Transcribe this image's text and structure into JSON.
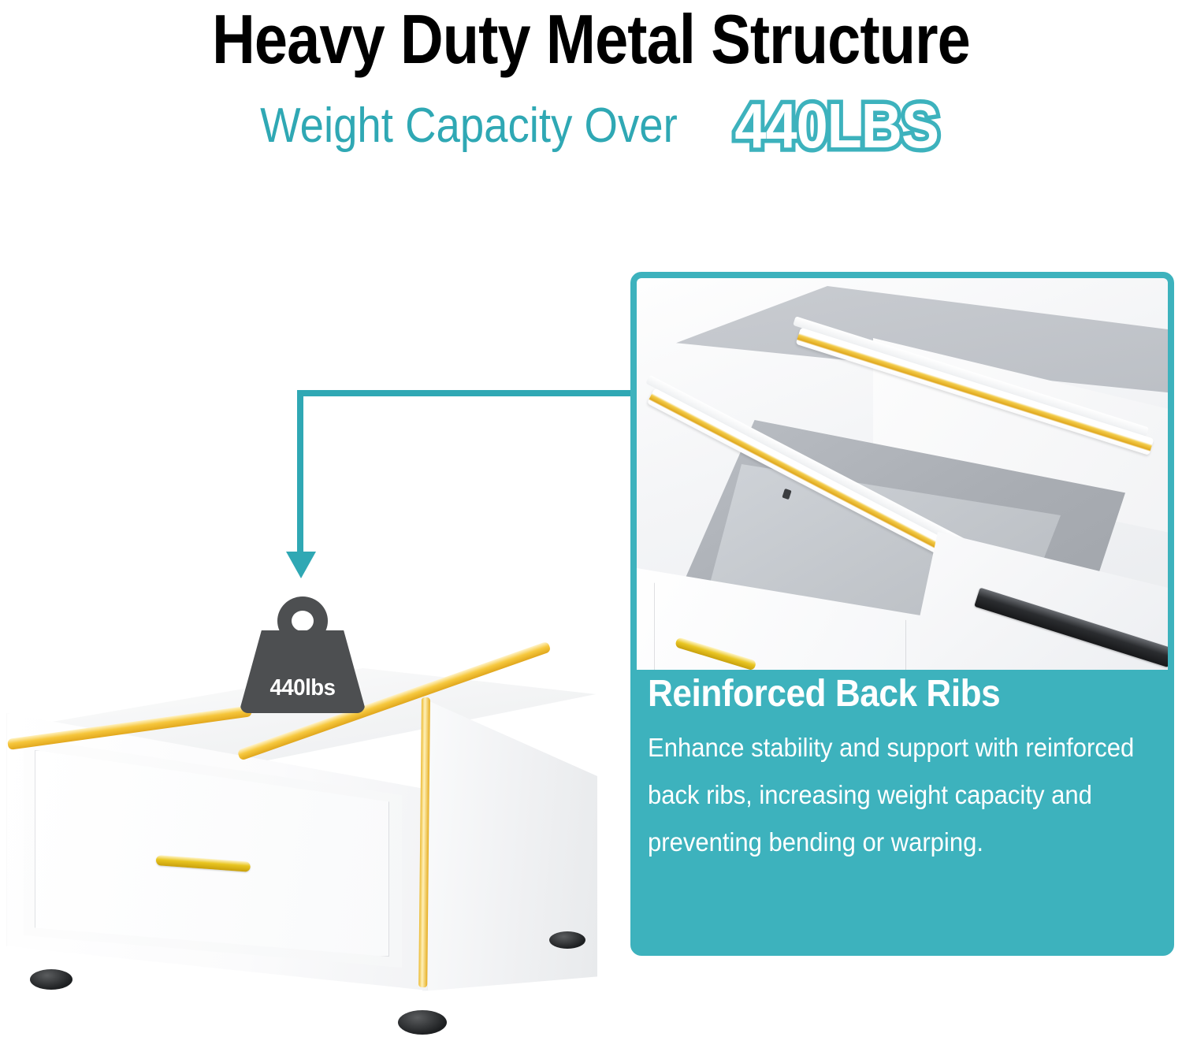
{
  "header": {
    "title": "Heavy Duty Metal Structure",
    "subtitle": "Weight Capacity Over",
    "capacity_badge": "440LBS"
  },
  "product": {
    "weight_icon_label": "440lbs",
    "weight_icon_name": "weight-icon"
  },
  "feature_panel": {
    "heading": "Reinforced Back Ribs",
    "body": "Enhance stability and support with reinforced back ribs, increasing weight capacity and preventing bending or warping."
  },
  "colors": {
    "teal": "#3DB2BD",
    "teal_text": "#2FA8B4",
    "gold": "#E8C520",
    "weight_gray": "#4D4F51",
    "white": "#FFFFFF",
    "black": "#000000"
  }
}
